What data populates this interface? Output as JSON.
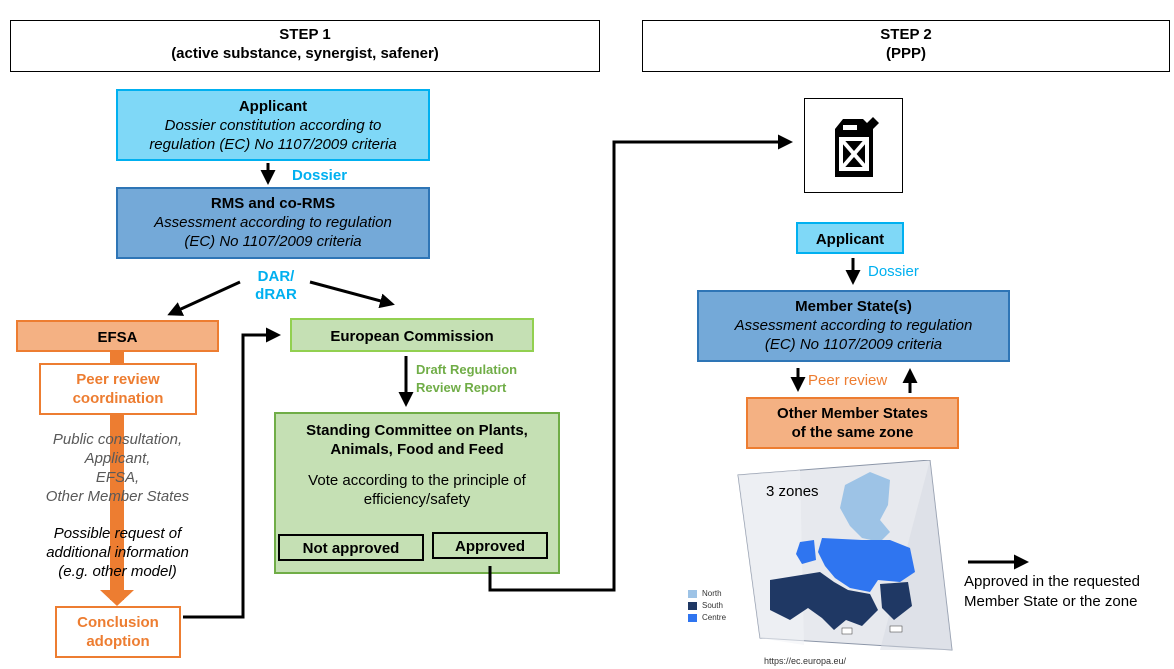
{
  "step1": {
    "title": "STEP 1",
    "subtitle": "(active substance, synergist, safener)"
  },
  "step2": {
    "title": "STEP 2",
    "subtitle": "(PPP)"
  },
  "applicant1": {
    "title": "Applicant",
    "line1": "Dossier constitution according to",
    "line2": "regulation (EC) No 1107/2009 criteria"
  },
  "dossier1": "Dossier",
  "rms": {
    "title": "RMS and co-RMS",
    "line1": "Assessment according to regulation",
    "line2": "(EC) No 1107/2009 criteria"
  },
  "dar": {
    "line1": "DAR/",
    "line2": "dRAR"
  },
  "efsa": "EFSA",
  "peer_review": {
    "line1": "Peer review",
    "line2": "coordination"
  },
  "consultation": {
    "line1": "Public consultation,",
    "line2": "Applicant,",
    "line3": "EFSA,",
    "line4": "Other Member States"
  },
  "possible": {
    "line1": "Possible request of",
    "line2": "additional information",
    "line3": "(e.g. other model)"
  },
  "conclusion": {
    "line1": "Conclusion",
    "line2": "adoption"
  },
  "ec": "European Commission",
  "draft": {
    "line1": "Draft Regulation",
    "line2": "Review Report"
  },
  "scopaff": {
    "line1": "Standing Committee on Plants,",
    "line2": "Animals, Food and Feed",
    "vote1": "Vote according to the principle of",
    "vote2": "efficiency/safety",
    "not_approved": "Not approved",
    "approved": "Approved"
  },
  "applicant2": "Applicant",
  "dossier2": "Dossier",
  "member_states": {
    "title": "Member State(s)",
    "line1": "Assessment according to regulation",
    "line2": "(EC) No 1107/2009 criteria"
  },
  "peer_review2": "Peer review",
  "other_ms": {
    "line1": "Other Member States",
    "line2": "of the same zone"
  },
  "map": {
    "label": "3 zones",
    "legend": [
      "North",
      "South",
      "Centre"
    ],
    "legend_colors": [
      "#9dc3e6",
      "#1f3864",
      "#2f75f0"
    ],
    "credit": "https://ec.europa.eu/"
  },
  "approved_zone": {
    "line1": "Approved in the requested",
    "line2": "Member State or the zone"
  },
  "icon": "jerrycan-icon"
}
